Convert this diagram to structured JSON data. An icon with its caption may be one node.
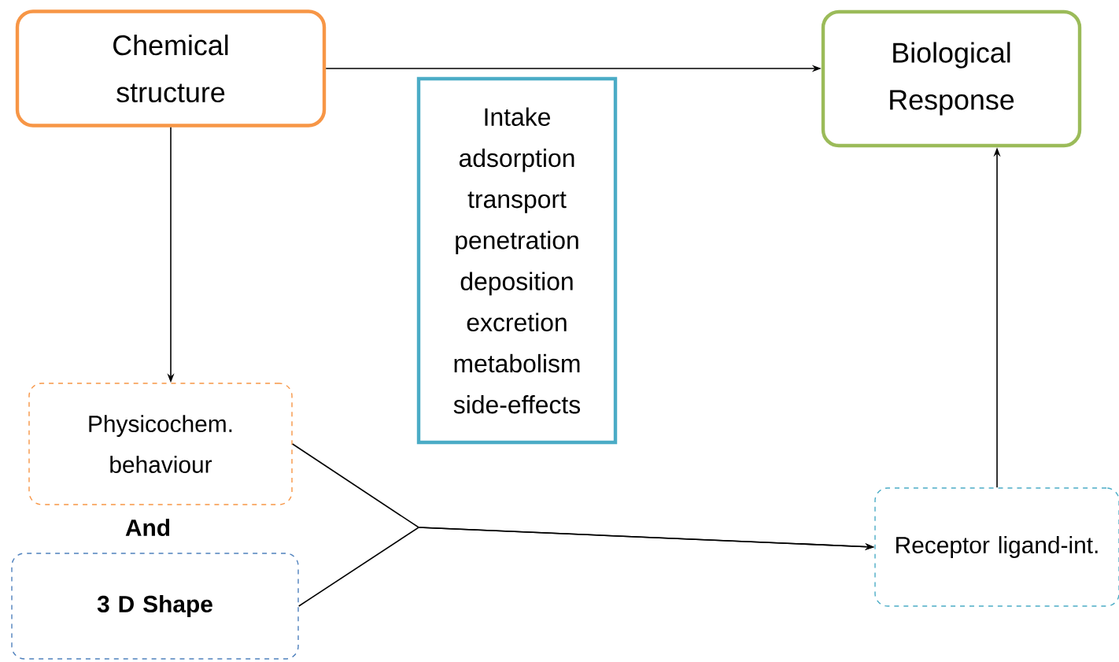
{
  "diagram": {
    "nodes": [
      {
        "text": [
          "Chemical structure"
        ]
      },
      {
        "text": [
          "Biological Response"
        ]
      },
      {
        "text": [
          "Intake",
          "adsorption",
          "transport",
          "penetration",
          "deposition",
          "excretion",
          "metabolism",
          "side-effects"
        ]
      },
      {
        "text": [
          "Physicochem. behaviour"
        ]
      },
      {
        "text": [
          "3 D Shape"
        ]
      },
      {
        "text": [
          "Receptor ligand-int."
        ]
      }
    ],
    "edges": [
      {
        "from": 0,
        "to": 1,
        "arrow": "to"
      },
      {
        "from": 0,
        "to": 3,
        "arrow": "to"
      },
      {
        "from": 3,
        "to": 5,
        "arrow": "to"
      },
      {
        "from": 4,
        "to": 5,
        "arrow": "to"
      },
      {
        "from": 5,
        "to": 1,
        "arrow": "to"
      }
    ],
    "labels": [
      "And"
    ]
  }
}
